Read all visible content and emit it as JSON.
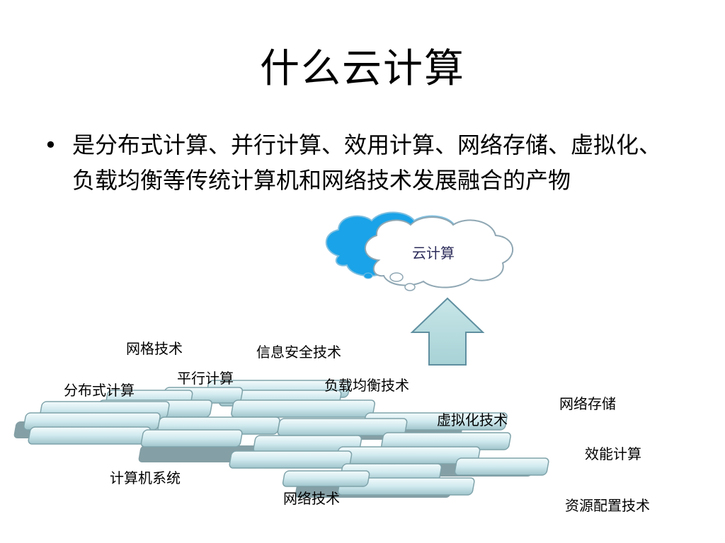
{
  "slide": {
    "title": "什么云计算",
    "bullet": "是分布式计算、并行计算、效用计算、网络存储、虚拟化、负载均衡等传统计算机和网络技术发展融合的产物"
  },
  "diagram": {
    "cloud_label": "云计算",
    "labels": {
      "grid": "网格技术",
      "security": "信息安全技术",
      "parallel": "平行计算",
      "distributed": "分布式计算",
      "load_balance": "负载均衡技术",
      "storage": "网络存储",
      "virtualization": "虚拟化技术",
      "utility": "效能计算",
      "computer_system": "计算机系统",
      "network": "网络技术",
      "resource_config": "资源配置技术"
    },
    "colors": {
      "cloud_blue": "#1aa3e8",
      "arrow_fill": "#b7dde0",
      "arrow_stroke": "#5f8fa0",
      "plate_fill": "#d6eef2",
      "plate_shadow": "#6f8f96"
    }
  }
}
